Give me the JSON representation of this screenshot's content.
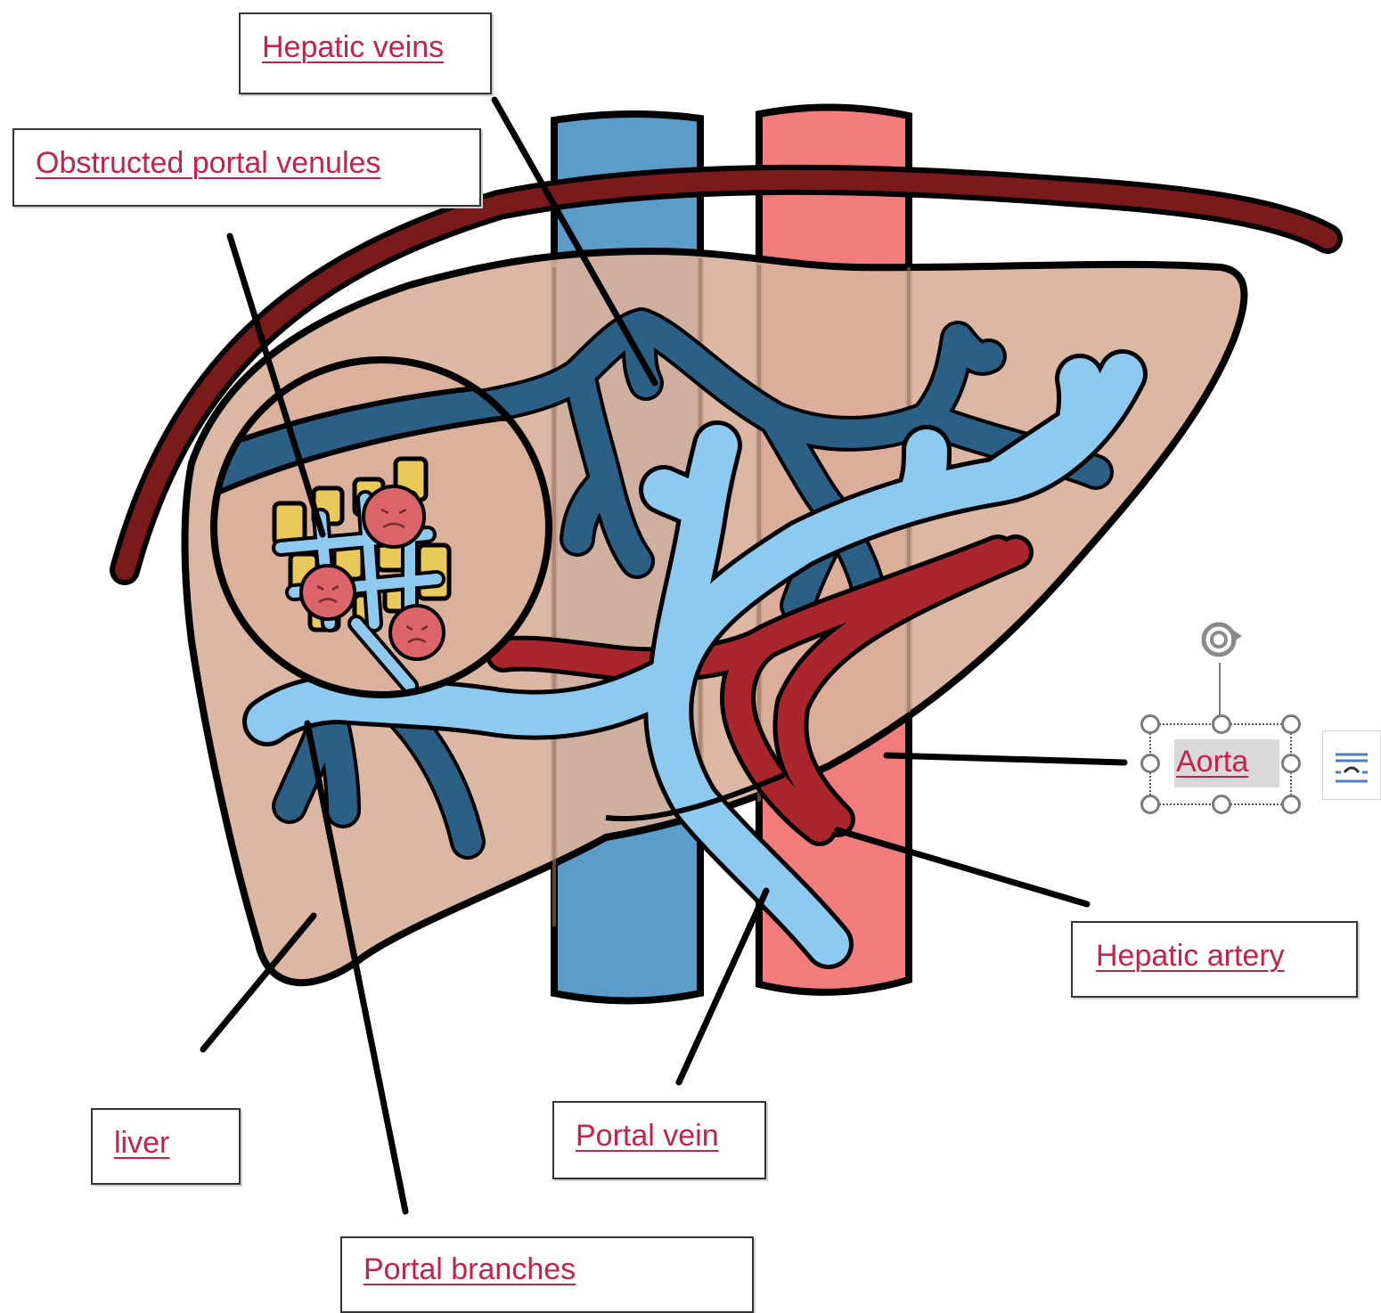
{
  "labels": {
    "hepatic_veins": "Hepatic veins",
    "obstructed_portal_venules": "Obstructed portal venules",
    "aorta": "Aorta",
    "hepatic_artery": "Hepatic artery",
    "liver": "liver",
    "portal_vein": "Portal vein",
    "portal_branches": "Portal branches"
  },
  "colors": {
    "label_text": "#c0234c",
    "liver": "#d9b19c",
    "vena_cava": "#5b9cc8",
    "aorta": "#f07c7c",
    "diaphragm": "#7a1a1a",
    "hepatic_veins": "#2c5f86",
    "portal_veins": "#8ec9ef",
    "hepatic_artery": "#a8262c",
    "sinusoids": "#e8c95a",
    "clot": "#d9646a"
  },
  "icons": {
    "rotate_handle": "rotate-icon",
    "layout_options": "layout-options-icon"
  }
}
